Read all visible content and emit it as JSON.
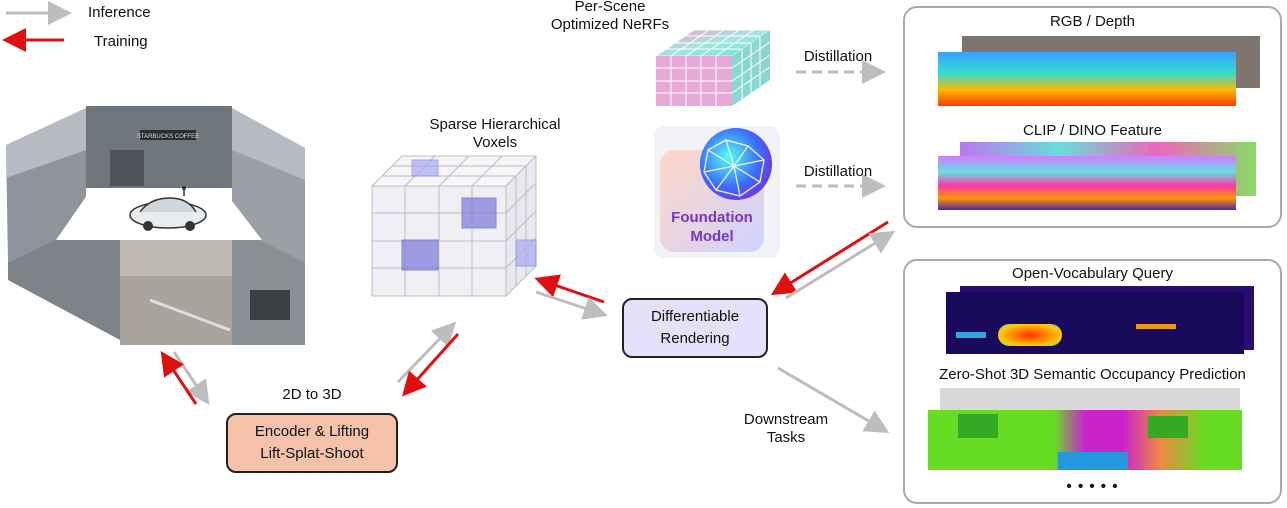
{
  "legend": {
    "inference": "Inference",
    "training": "Training"
  },
  "nerf": {
    "label_line1": "Per-Scene",
    "label_line2": "Optimized NeRFs"
  },
  "foundation": {
    "line1": "Foundation",
    "line2": "Model"
  },
  "voxels": {
    "label_line1": "Sparse Hierarchical",
    "label_line2": "Voxels"
  },
  "lift": {
    "caption": "2D to 3D",
    "line1": "Encoder & Lifting",
    "line2": "Lift-Splat-Shoot"
  },
  "render": {
    "line1": "Differentiable",
    "line2": "Rendering"
  },
  "distill": {
    "label1": "Distillation",
    "label2": "Distillation"
  },
  "downstream": {
    "line1": "Downstream",
    "line2": "Tasks"
  },
  "panel_top": {
    "title1": "RGB / Depth",
    "title2": "CLIP / DINO Feature"
  },
  "panel_bottom": {
    "title1": "Open-Vocabulary Query",
    "title2": "Zero-Shot 3D Semantic Occupancy Prediction",
    "ellipsis": "• • • • •"
  },
  "scene": {
    "sign": "STARBUCKS COFFEE"
  },
  "colors": {
    "inference": "#bdbdbd",
    "training": "#e01010",
    "lift_fill": "#f6c3aa",
    "render_fill": "#e4e2fb"
  }
}
